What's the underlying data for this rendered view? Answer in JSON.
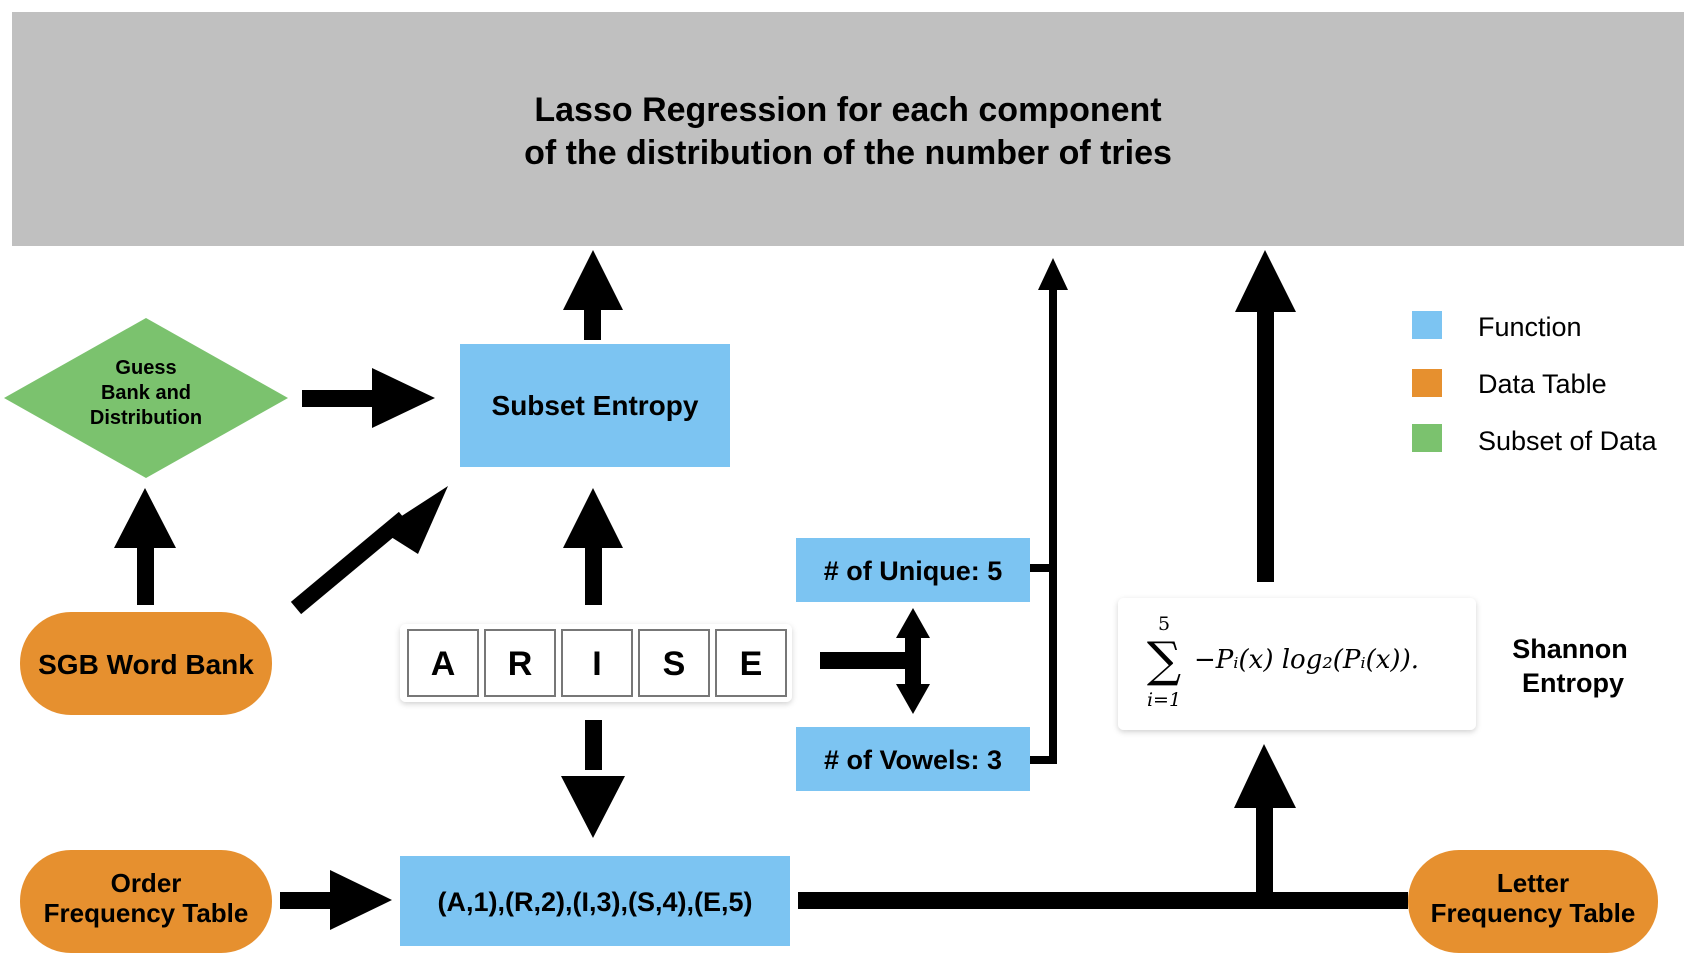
{
  "colors": {
    "function": "#7CC4F2",
    "data_table": "#E6902F",
    "subset_of_data": "#7BC26E",
    "banner": "#C0C0C0",
    "arrow": "#000000"
  },
  "banner": {
    "line1": "Lasso Regression for each component",
    "line2": "of the distribution of the number of tries"
  },
  "nodes": {
    "guess_bank": {
      "line1": "Guess",
      "line2": "Bank and",
      "line3": "Distribution",
      "kind": "subset_of_data"
    },
    "subset_entropy": {
      "label": "Subset Entropy",
      "kind": "function"
    },
    "sgb_word_bank": {
      "label": "SGB Word Bank",
      "kind": "data_table"
    },
    "word_tiles": [
      "A",
      "R",
      "I",
      "S",
      "E"
    ],
    "unique": {
      "label": "# of Unique: 5",
      "kind": "function"
    },
    "vowels": {
      "label": "# of Vowels: 3",
      "kind": "function"
    },
    "order_freq": {
      "line1": "Order",
      "line2": "Frequency Table",
      "kind": "data_table"
    },
    "pairs": {
      "label": "(A,1),(R,2),(I,3),(S,4),(E,5)",
      "kind": "function"
    },
    "letter_freq": {
      "line1": "Letter",
      "line2": "Frequency Table",
      "kind": "data_table"
    },
    "formula": {
      "upper": "5",
      "sigma": "∑",
      "lower": "i=1",
      "body": "−Pᵢ(x) log₂(Pᵢ(x))."
    },
    "shannon": {
      "line1": "Shannon",
      "line2": "Entropy"
    }
  },
  "legend": [
    {
      "label": "Function",
      "color": "#7CC4F2"
    },
    {
      "label": "Data Table",
      "color": "#E6902F"
    },
    {
      "label": "Subset of Data",
      "color": "#7BC26E"
    }
  ]
}
